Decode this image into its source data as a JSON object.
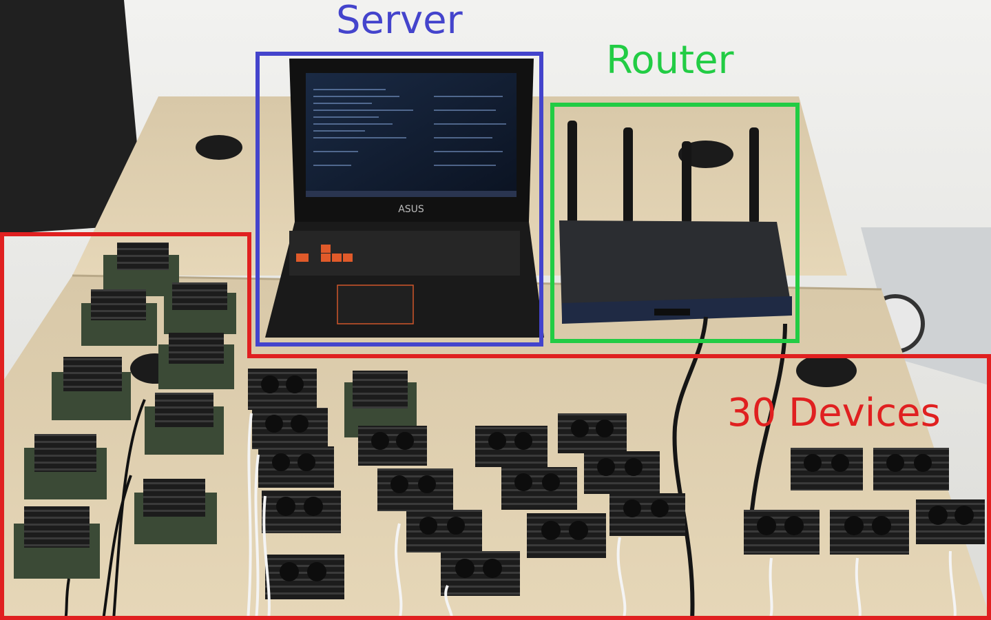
{
  "annotations": {
    "server": {
      "label": "Server",
      "color": "#4444cc"
    },
    "router": {
      "label": "Router",
      "color": "#22cc44"
    },
    "devices": {
      "label": "30 Devices",
      "color": "#e02020"
    }
  },
  "laptop": {
    "brand": "ASUS"
  }
}
